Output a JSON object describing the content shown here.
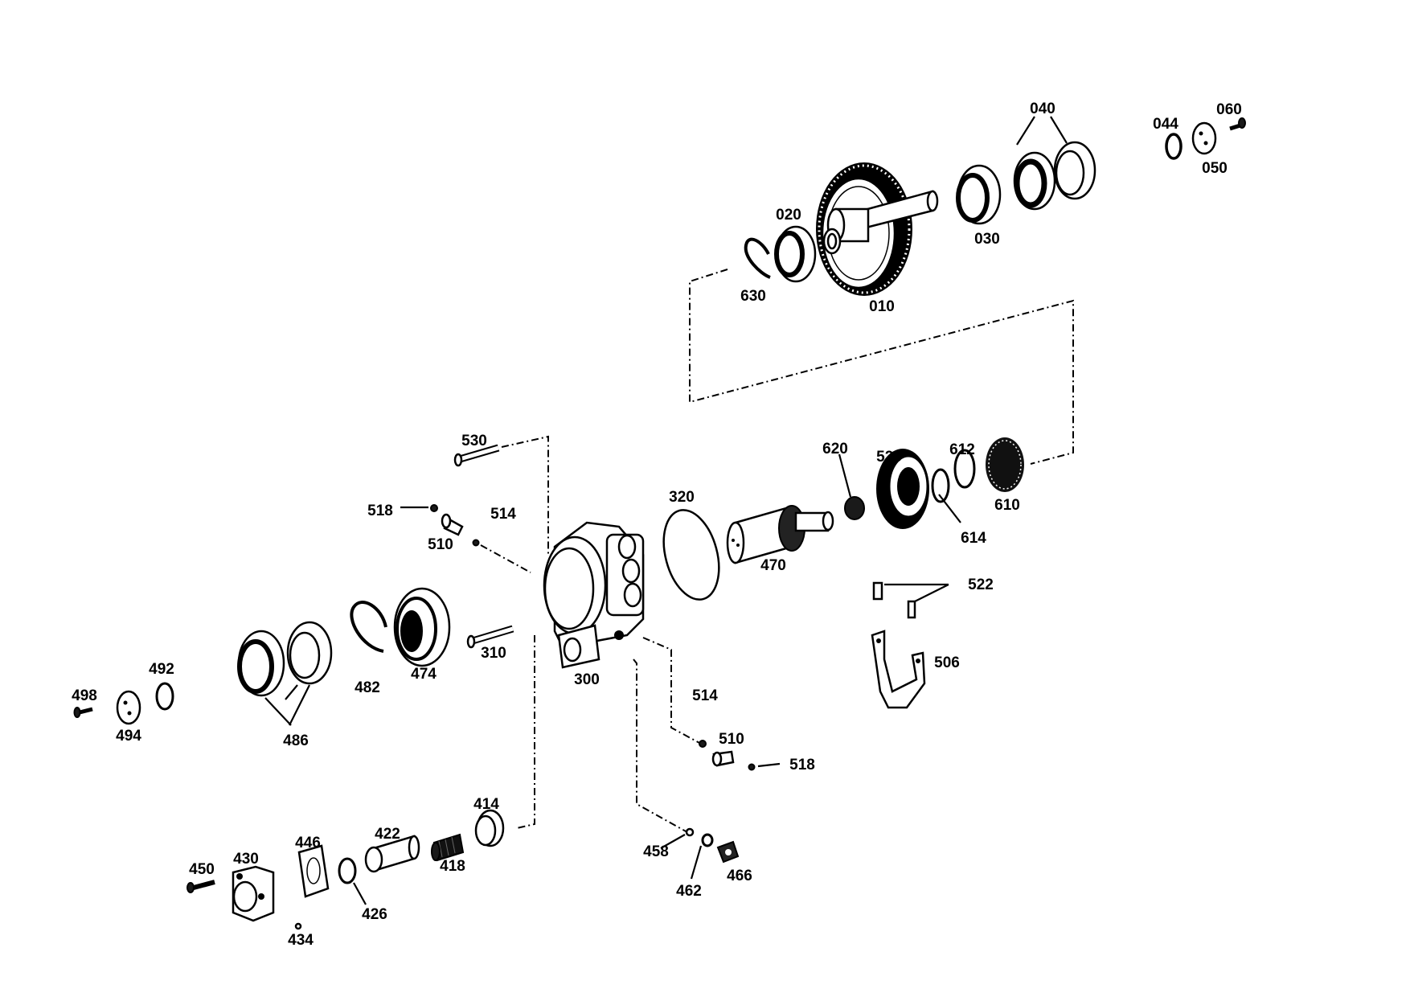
{
  "labels": {
    "l010": "010",
    "l020": "020",
    "l030": "030",
    "l040": "040",
    "l044": "044",
    "l050": "050",
    "l060": "060",
    "l300": "300",
    "l310": "310",
    "l320": "320",
    "l414": "414",
    "l418": "418",
    "l422": "422",
    "l426": "426",
    "l430": "430",
    "l434": "434",
    "l446": "446",
    "l450": "450",
    "l458": "458",
    "l462": "462",
    "l466": "466",
    "l470": "470",
    "l474": "474",
    "l482": "482",
    "l486": "486",
    "l492": "492",
    "l494": "494",
    "l498": "498",
    "l506": "506",
    "l510a": "510",
    "l510b": "510",
    "l514a": "514",
    "l514b": "514",
    "l518a": "518",
    "l518b": "518",
    "l522": "522",
    "l526": "526",
    "l530": "530",
    "l610": "610",
    "l612": "612",
    "l614": "614",
    "l620": "620",
    "l630": "630"
  }
}
